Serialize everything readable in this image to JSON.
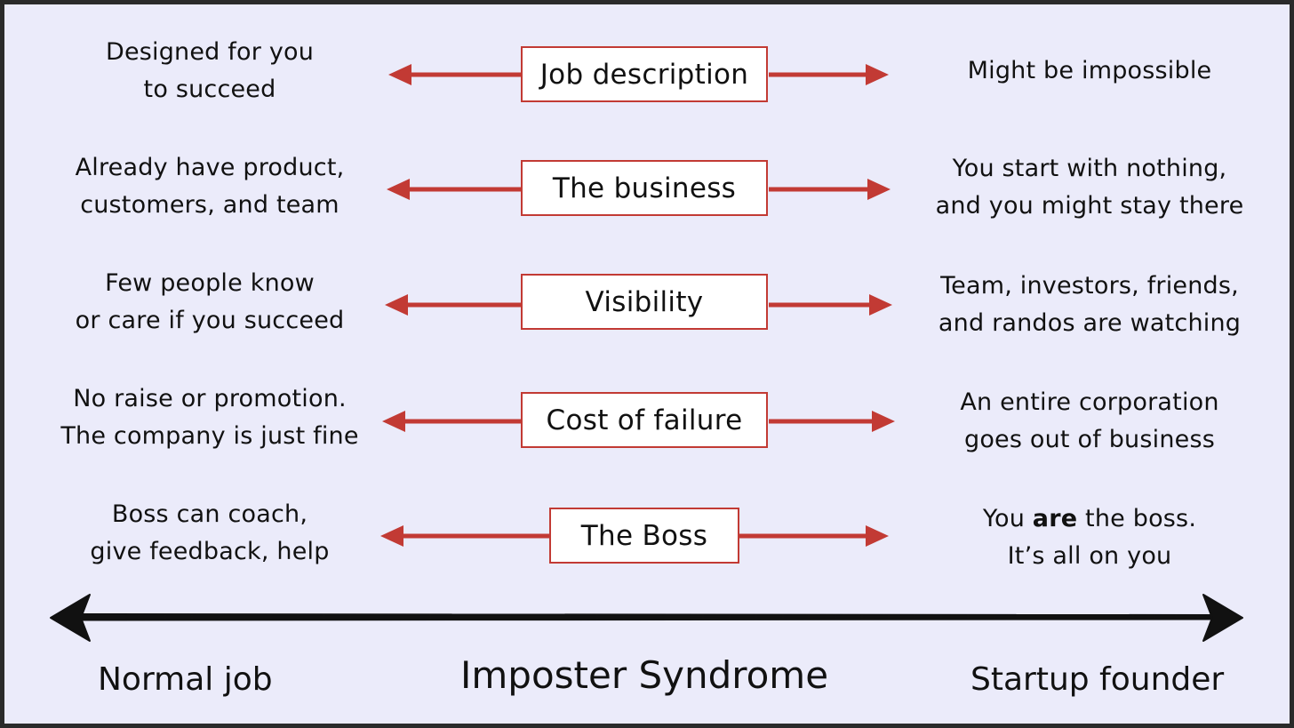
{
  "rows": [
    {
      "label": "Job description",
      "left": "Designed for you\nto succeed",
      "right": "Might be impossible"
    },
    {
      "label": "The business",
      "left": "Already have product,\ncustomers, and team",
      "right": "You start with nothing,\nand you might stay there"
    },
    {
      "label": "Visibility",
      "left": "Few people know\nor care if you succeed",
      "right": "Team, investors, friends,\nand randos are watching"
    },
    {
      "label": "Cost of failure",
      "left": "No raise or promotion.\nThe company is just fine",
      "right": "An entire corporation\ngoes out of business"
    },
    {
      "label": "The Boss",
      "left": "Boss can coach,\ngive feedback, help",
      "right_before": "You ",
      "right_bold": "are",
      "right_after": " the boss.\nIt’s all on you"
    }
  ],
  "axis": {
    "left_label": "Normal job",
    "title": "Imposter Syndrome",
    "right_label": "Startup founder"
  },
  "colors": {
    "background": "#ebebfa",
    "arrow_red": "#c23a34",
    "axis_black": "#111111"
  }
}
